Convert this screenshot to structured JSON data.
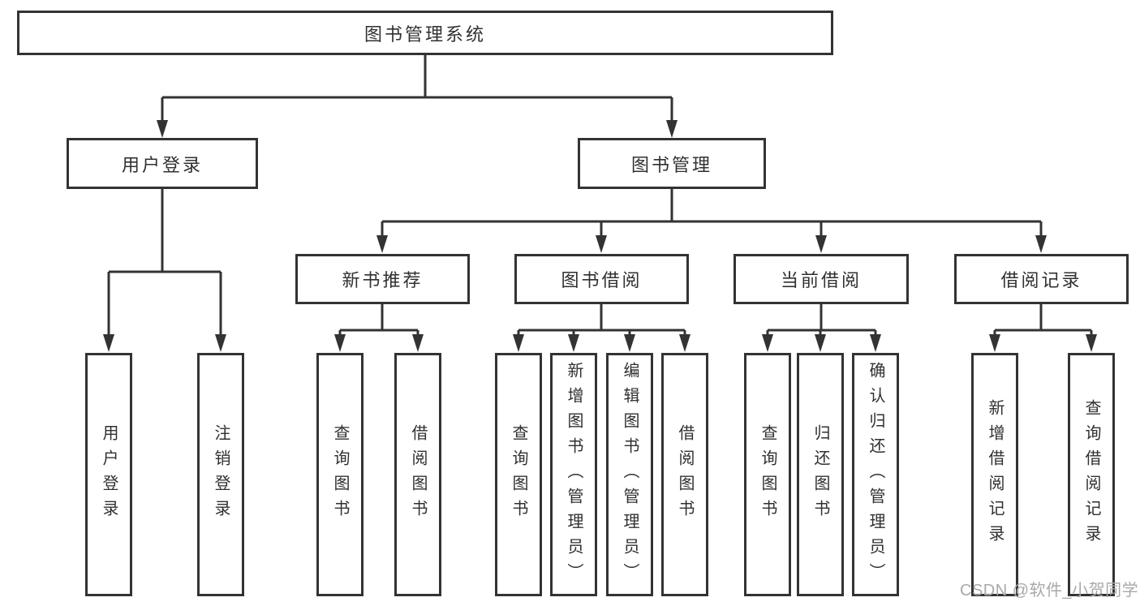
{
  "diagram_title": "图书管理系统",
  "watermark": "CSDN @软件_小贺同学",
  "colors": {
    "line": "#333333",
    "text": "#303030",
    "box_bg": "#ffffff",
    "watermark": "#a9a9a9"
  },
  "nodes": {
    "root": {
      "label": "图书管理系统"
    },
    "user_login": {
      "label": "用户登录"
    },
    "book_mgmt": {
      "label": "图书管理"
    },
    "new_book_rec": {
      "label": "新书推荐"
    },
    "book_borrow": {
      "label": "图书借阅"
    },
    "current_borrow": {
      "label": "当前借阅"
    },
    "borrow_records": {
      "label": "借阅记录"
    },
    "leaf_user_login": {
      "label": "用户登录"
    },
    "leaf_logout": {
      "label": "注销登录"
    },
    "leaf_rec_query_book": {
      "label": "查询图书"
    },
    "leaf_rec_borrow_book": {
      "label": "借阅图书"
    },
    "leaf_bb_query_book": {
      "label": "查询图书"
    },
    "leaf_bb_add_book": {
      "label": "新增图书（管理员）"
    },
    "leaf_bb_edit_book": {
      "label": "编辑图书（管理员）"
    },
    "leaf_bb_borrow_book": {
      "label": "借阅图书"
    },
    "leaf_cb_query_book": {
      "label": "查询图书"
    },
    "leaf_cb_return_book": {
      "label": "归还图书"
    },
    "leaf_cb_confirm_return": {
      "label": "确认归还（管理员）"
    },
    "leaf_br_add_record": {
      "label": "新增借阅记录"
    },
    "leaf_br_query_record": {
      "label": "查询借阅记录"
    }
  },
  "hierarchy": [
    {
      "from": "root",
      "to": [
        "user_login",
        "book_mgmt"
      ]
    },
    {
      "from": "user_login",
      "to": [
        "leaf_user_login",
        "leaf_logout"
      ]
    },
    {
      "from": "book_mgmt",
      "to": [
        "new_book_rec",
        "book_borrow",
        "current_borrow",
        "borrow_records"
      ]
    },
    {
      "from": "new_book_rec",
      "to": [
        "leaf_rec_query_book",
        "leaf_rec_borrow_book"
      ]
    },
    {
      "from": "book_borrow",
      "to": [
        "leaf_bb_query_book",
        "leaf_bb_add_book",
        "leaf_bb_edit_book",
        "leaf_bb_borrow_book"
      ]
    },
    {
      "from": "current_borrow",
      "to": [
        "leaf_cb_query_book",
        "leaf_cb_return_book",
        "leaf_cb_confirm_return"
      ]
    },
    {
      "from": "borrow_records",
      "to": [
        "leaf_br_add_record",
        "leaf_br_query_record"
      ]
    }
  ]
}
